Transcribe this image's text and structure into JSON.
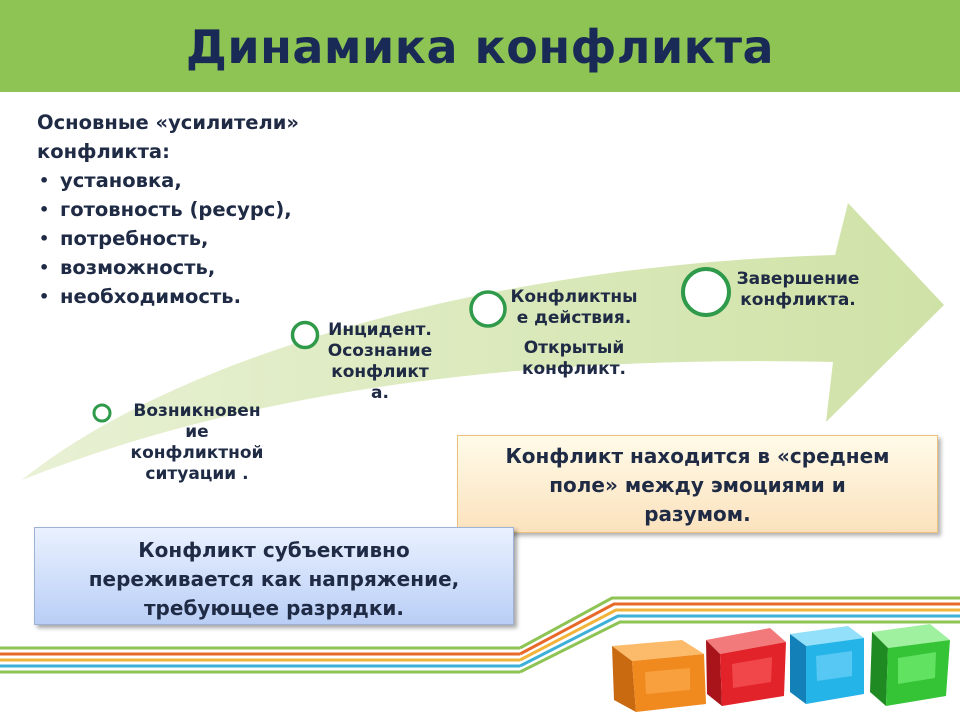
{
  "title": "Динамика конфликта",
  "amplifiers": {
    "heading_line1": "Основные «усилители»",
    "heading_line2": "конфликта:",
    "items": [
      "установка,",
      "готовность (ресурс),",
      "потребность,",
      "возможность,",
      "необходимость."
    ]
  },
  "stages": [
    {
      "lines": [
        "Возникновен",
        "ие",
        "конфликтной",
        "ситуации ."
      ]
    },
    {
      "lines": [
        "Инцидент.",
        "Осознание",
        "конфликт",
        "а."
      ]
    },
    {
      "lines": [
        "Конфликтны",
        "е действия."
      ],
      "sub_lines": [
        "Открытый",
        "конфликт."
      ]
    },
    {
      "lines": [
        "Завершение",
        "конфликта."
      ]
    }
  ],
  "notes": {
    "subjective": [
      "Конфликт субъективно",
      "переживается как напряжение,",
      "требующее разрядки."
    ],
    "middle_field": [
      "Конфликт находится в «среднем",
      "поле» между эмоциями и",
      "разумом."
    ]
  },
  "colors": {
    "title_bar": "#8dc453",
    "arrow": "#d6e6b4",
    "ring": "#2e9a4a",
    "text": "#1f2a44",
    "cubes": [
      "#f08a1e",
      "#e3232a",
      "#25b4e8",
      "#35c435"
    ]
  }
}
